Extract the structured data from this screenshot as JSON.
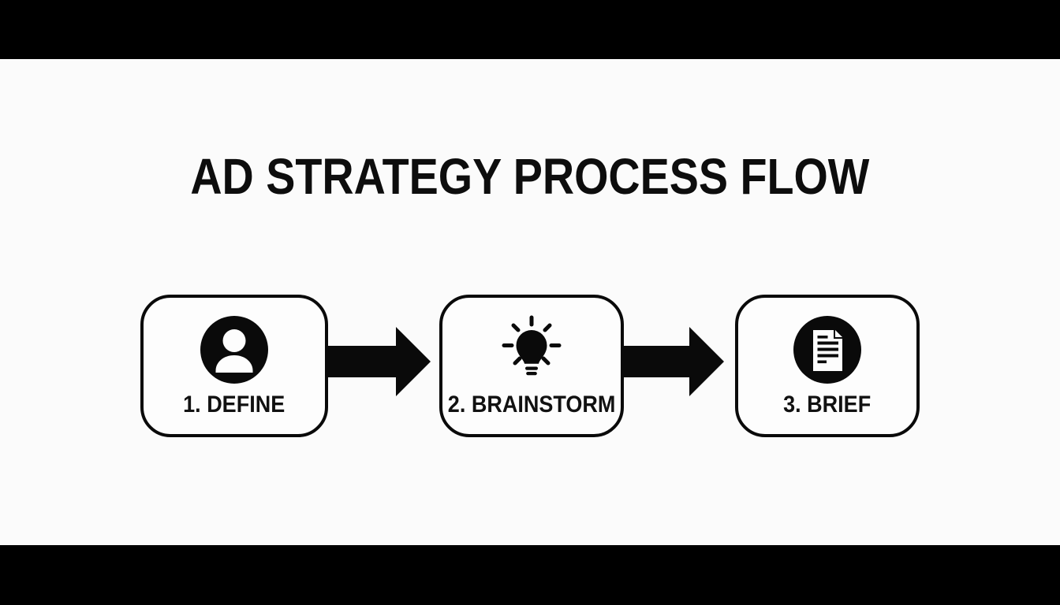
{
  "title": "AD STRATEGY PROCESS FLOW",
  "colors": {
    "letterbox_bar": "#000000",
    "background": "#fbfbfb",
    "box_fill": "#fdfdfd",
    "ink": "#0a0a0a"
  },
  "steps": [
    {
      "label": "1. DEFINE",
      "icon": "person-icon"
    },
    {
      "label": "2. BRAINSTORM",
      "icon": "lightbulb-icon"
    },
    {
      "label": "3. BRIEF",
      "icon": "document-icon"
    }
  ],
  "connectors": [
    {
      "from": "1. DEFINE",
      "to": "2. BRAINSTORM",
      "icon": "right-block-arrow-icon"
    },
    {
      "from": "2. BRAINSTORM",
      "to": "3. BRIEF",
      "icon": "right-block-arrow-icon"
    }
  ]
}
